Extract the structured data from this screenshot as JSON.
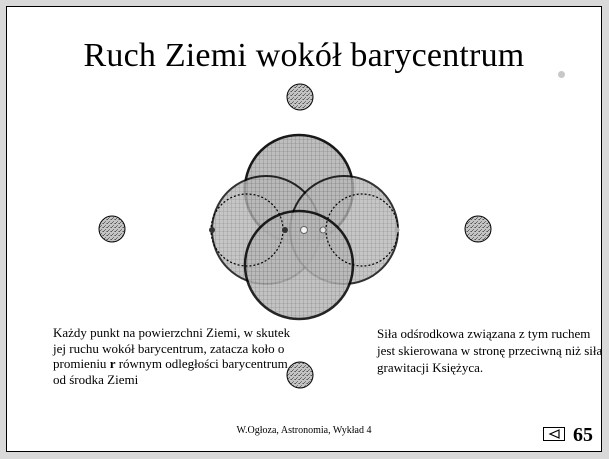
{
  "slide": {
    "title": "Ruch Ziemi wokół barycentrum",
    "left_text": {
      "before": "Każdy punkt na powierzchni Ziemi, w skutek jej ruchu wokół barycentrum, zatacza koło o promieniu ",
      "bold": "r",
      "after": " równym odległości barycentrum od środka Ziemi"
    },
    "right_text": "Siła odśrodkowa związana z tym ruchem jest skierowana w  stronę przeciwną niż siła grawitacji Księżyca.",
    "footer": "W.Ogłoza, Astronomia, Wykład 4",
    "page_number": "65"
  },
  "icons": {
    "moon": "moon-icon",
    "back": "back-arrow-icon"
  },
  "colors": {
    "earth_fill": "#a8a8a8",
    "moon_fill": "#b5b5b5",
    "background": "#d9d9d9"
  }
}
